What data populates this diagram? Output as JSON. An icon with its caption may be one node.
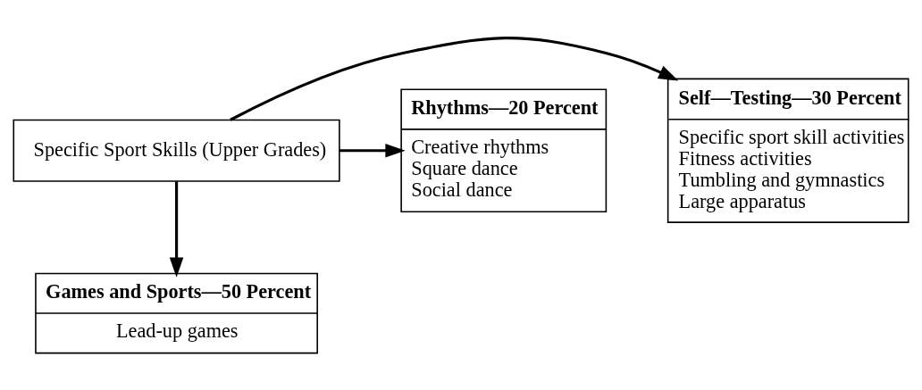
{
  "diagram": {
    "nodes": [
      {
        "text": [
          "Specific Sport Skills (Upper Grades)"
        ]
      },
      {
        "text": [
          "Self—Testing—30 Percent",
          "Specific sport skill activities",
          "Fitness activities",
          "Tumbling and gymnastics",
          "Large apparatus"
        ]
      },
      {
        "text": [
          "Rhythms—20 Percent",
          "Creative rhythms",
          "Square dance",
          "Social dance"
        ]
      },
      {
        "text": [
          "Games and Sports—50 Percent",
          "Lead-up games"
        ]
      }
    ],
    "edges": [
      {
        "from": 0,
        "to": 1,
        "arrow": "to"
      },
      {
        "from": 0,
        "to": 2,
        "arrow": "to"
      },
      {
        "from": 0,
        "to": 3,
        "arrow": "to"
      }
    ]
  }
}
